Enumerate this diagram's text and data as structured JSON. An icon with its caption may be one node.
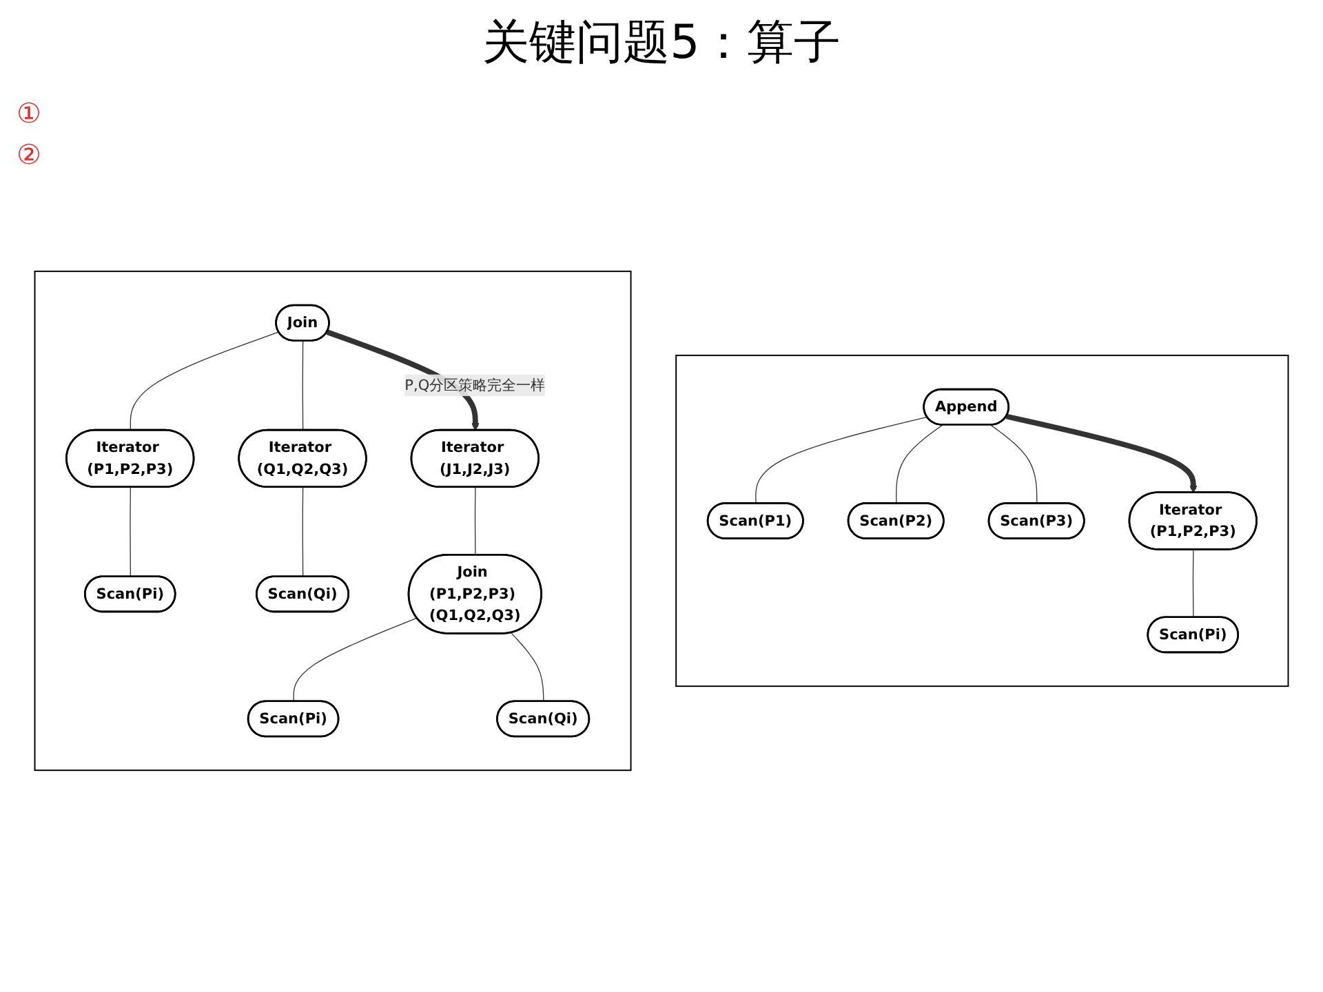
{
  "diagram": {
    "title": "关键问题5：算子",
    "nodes": [
      {
        "text": [],
        "shape": "box"
      },
      {
        "text": [
          "Append"
        ],
        "in": 0
      },
      {
        "text": [
          "Scan(P1)"
        ],
        "in": 0
      },
      {
        "text": [
          "Scan(P2)"
        ],
        "in": 0
      },
      {
        "text": [
          "Scan(P3)"
        ],
        "in": 0
      },
      {
        "text": [
          "Iterator (P1,P2,P3)"
        ],
        "in": 0
      },
      {
        "text": [
          "Scan(Pi)"
        ],
        "in": 0
      },
      {
        "text": [],
        "shape": "box"
      },
      {
        "text": [
          "Join"
        ],
        "in": 7
      },
      {
        "text": [
          "Iterator (P1,P2,P3)"
        ],
        "in": 7
      },
      {
        "text": [
          "Iterator (Q1,Q2,Q3)"
        ],
        "in": 7
      },
      {
        "text": [
          "Scan(Pi)"
        ],
        "in": 7
      },
      {
        "text": [
          "Scan(Qi)"
        ],
        "in": 7
      },
      {
        "text": [
          "Iterator (J1,J2,J3)"
        ],
        "in": 7
      },
      {
        "text": [
          "Join (P1,P2,P3) (Q1,Q2,Q3)"
        ],
        "in": 7
      },
      {
        "text": [
          "Scan(Pi)"
        ],
        "in": 7
      },
      {
        "text": [
          "Scan(Qi)"
        ],
        "in": 7
      }
    ],
    "edges": [
      {
        "from": 1,
        "to": 2,
        "arrow": "none"
      },
      {
        "from": 1,
        "to": 3,
        "arrow": "none"
      },
      {
        "from": 1,
        "to": 4,
        "arrow": "none"
      },
      {
        "from": 1,
        "to": 5,
        "arrow": "to",
        "style": "thick"
      },
      {
        "from": 5,
        "to": 6,
        "arrow": "none"
      },
      {
        "from": 8,
        "to": 9,
        "arrow": "none"
      },
      {
        "from": 8,
        "to": 10,
        "arrow": "none"
      },
      {
        "from": 9,
        "to": 11,
        "arrow": "none"
      },
      {
        "from": 10,
        "to": 12,
        "arrow": "none"
      },
      {
        "from": 8,
        "to": 13,
        "arrow": "to",
        "style": "thick",
        "label": "P,Q分区策略完全一样"
      },
      {
        "from": 13,
        "to": 14,
        "arrow": "none"
      },
      {
        "from": 14,
        "to": 15,
        "arrow": "none"
      },
      {
        "from": 14,
        "to": 16,
        "arrow": "none"
      }
    ],
    "labels": [
      "①",
      "②"
    ]
  }
}
